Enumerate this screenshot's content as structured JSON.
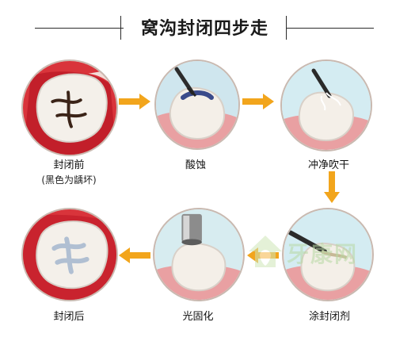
{
  "title": "窝沟封闭四步走",
  "steps": [
    {
      "label": "封闭前",
      "note": "(黑色为龋坏)"
    },
    {
      "label": "酸蚀",
      "note": ""
    },
    {
      "label": "冲净吹干",
      "note": ""
    },
    {
      "label": "涂封闭剂",
      "note": ""
    },
    {
      "label": "光固化",
      "note": ""
    },
    {
      "label": "封闭后",
      "note": ""
    }
  ],
  "watermark": {
    "text": "牙康网"
  },
  "colors": {
    "arrow": "#f2a51c",
    "gum": "#e9a0a2",
    "tooth": "#f3efe9",
    "decay": "#3b2418"
  }
}
